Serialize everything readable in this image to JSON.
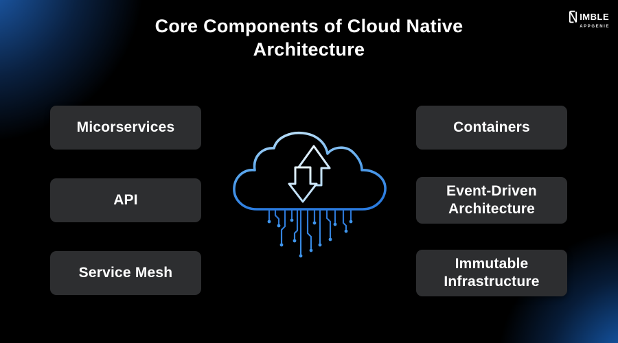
{
  "title": {
    "line1": "Core Components of Cloud Native",
    "line2": "Architecture"
  },
  "logo": {
    "text_after_icon": "IMBLE",
    "subtitle": "APPGENIE",
    "icon": "stylized-n-logo-icon"
  },
  "cards": {
    "left": [
      "Micorservices",
      "API",
      "Service Mesh"
    ],
    "right": [
      "Containers",
      "Event-Driven Architecture",
      "Immutable Infrastructure"
    ]
  },
  "center_icon": "cloud-with-up-down-arrows-and-circuit-lines",
  "colors": {
    "background": "#000000",
    "background_glow_blue": "#1c66c2",
    "card_panel": "#2d2e30",
    "text": "#ffffff",
    "cloud_stroke_top": "#c2e4f9",
    "cloud_stroke_bottom": "#2b7ce0",
    "arrow_stroke": "#d9edfc",
    "circuit_line": "#2f7fd9",
    "circuit_dot": "#3f95ec"
  }
}
